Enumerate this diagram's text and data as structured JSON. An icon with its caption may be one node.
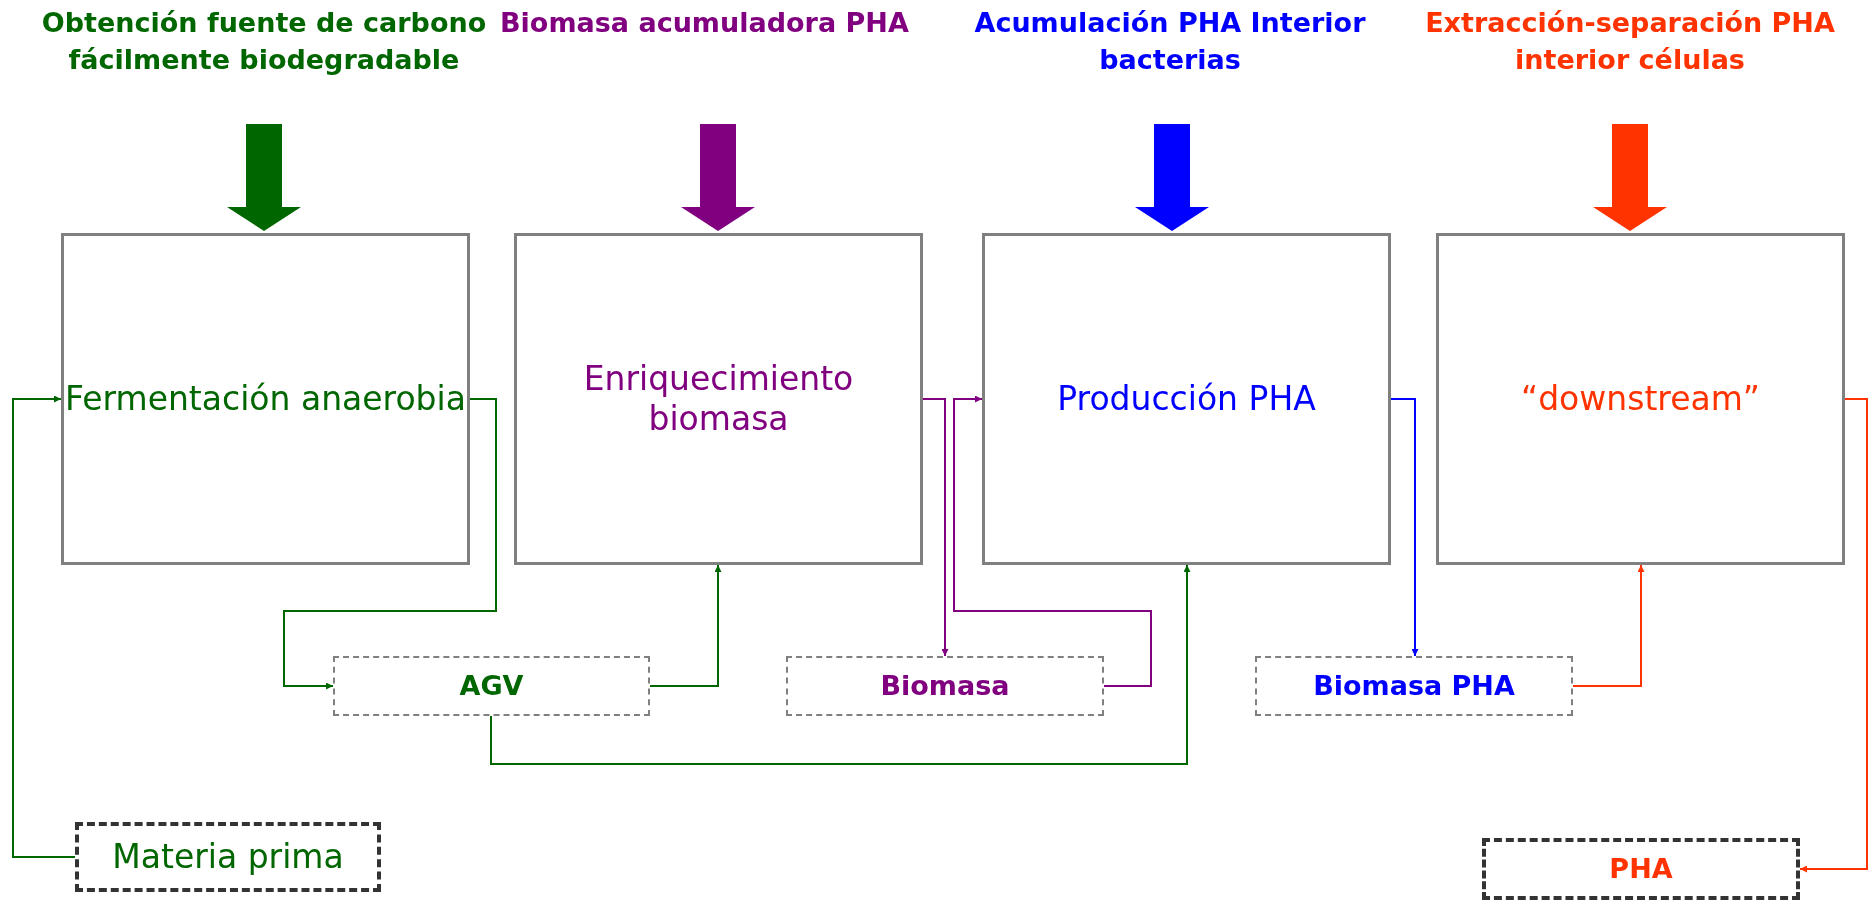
{
  "diagram": {
    "nodes": [
      {
        "text": [
          "Obtención fuente de carbono fácilmente biodegradable"
        ]
      },
      {
        "text": [
          "Biomasa acumuladora PHA"
        ]
      },
      {
        "text": [
          "Acumulación PHA Interior bacterias"
        ]
      },
      {
        "text": [
          "Extracción-separación PHA interior células"
        ]
      },
      {
        "text": [
          "Fermentación anaerobia"
        ]
      },
      {
        "text": [
          "Enriquecimiento biomasa"
        ]
      },
      {
        "text": [
          "Producción PHA"
        ]
      },
      {
        "text": [
          "“downstream”"
        ]
      },
      {
        "text": [
          "AGV"
        ]
      },
      {
        "text": [
          "Biomasa"
        ]
      },
      {
        "text": [
          "Biomasa PHA"
        ]
      },
      {
        "text": [
          "Materia prima"
        ]
      },
      {
        "text": [
          "PHA"
        ]
      }
    ],
    "edges": [
      {
        "from": 0,
        "to": 4,
        "arrow": "to",
        "style": "thick",
        "color": "#006600"
      },
      {
        "from": 1,
        "to": 5,
        "arrow": "to",
        "style": "thick",
        "color": "#800080"
      },
      {
        "from": 2,
        "to": 6,
        "arrow": "to",
        "style": "thick",
        "color": "#0000ff"
      },
      {
        "from": 3,
        "to": 7,
        "arrow": "to",
        "style": "thick",
        "color": "#ff3300"
      },
      {
        "from": 11,
        "to": 4,
        "arrow": "to",
        "color": "#006600"
      },
      {
        "from": 4,
        "to": 8,
        "arrow": "to",
        "color": "#006600"
      },
      {
        "from": 8,
        "to": 5,
        "arrow": "to",
        "color": "#006600"
      },
      {
        "from": 8,
        "to": 6,
        "arrow": "to",
        "color": "#006600"
      },
      {
        "from": 5,
        "to": 9,
        "arrow": "to",
        "color": "#800080"
      },
      {
        "from": 9,
        "to": 6,
        "arrow": "to",
        "color": "#800080"
      },
      {
        "from": 6,
        "to": 10,
        "arrow": "to",
        "color": "#0000ff"
      },
      {
        "from": 10,
        "to": 7,
        "arrow": "to",
        "color": "#ff3300"
      },
      {
        "from": 7,
        "to": 12,
        "arrow": "to",
        "color": "#ff3300"
      }
    ]
  }
}
